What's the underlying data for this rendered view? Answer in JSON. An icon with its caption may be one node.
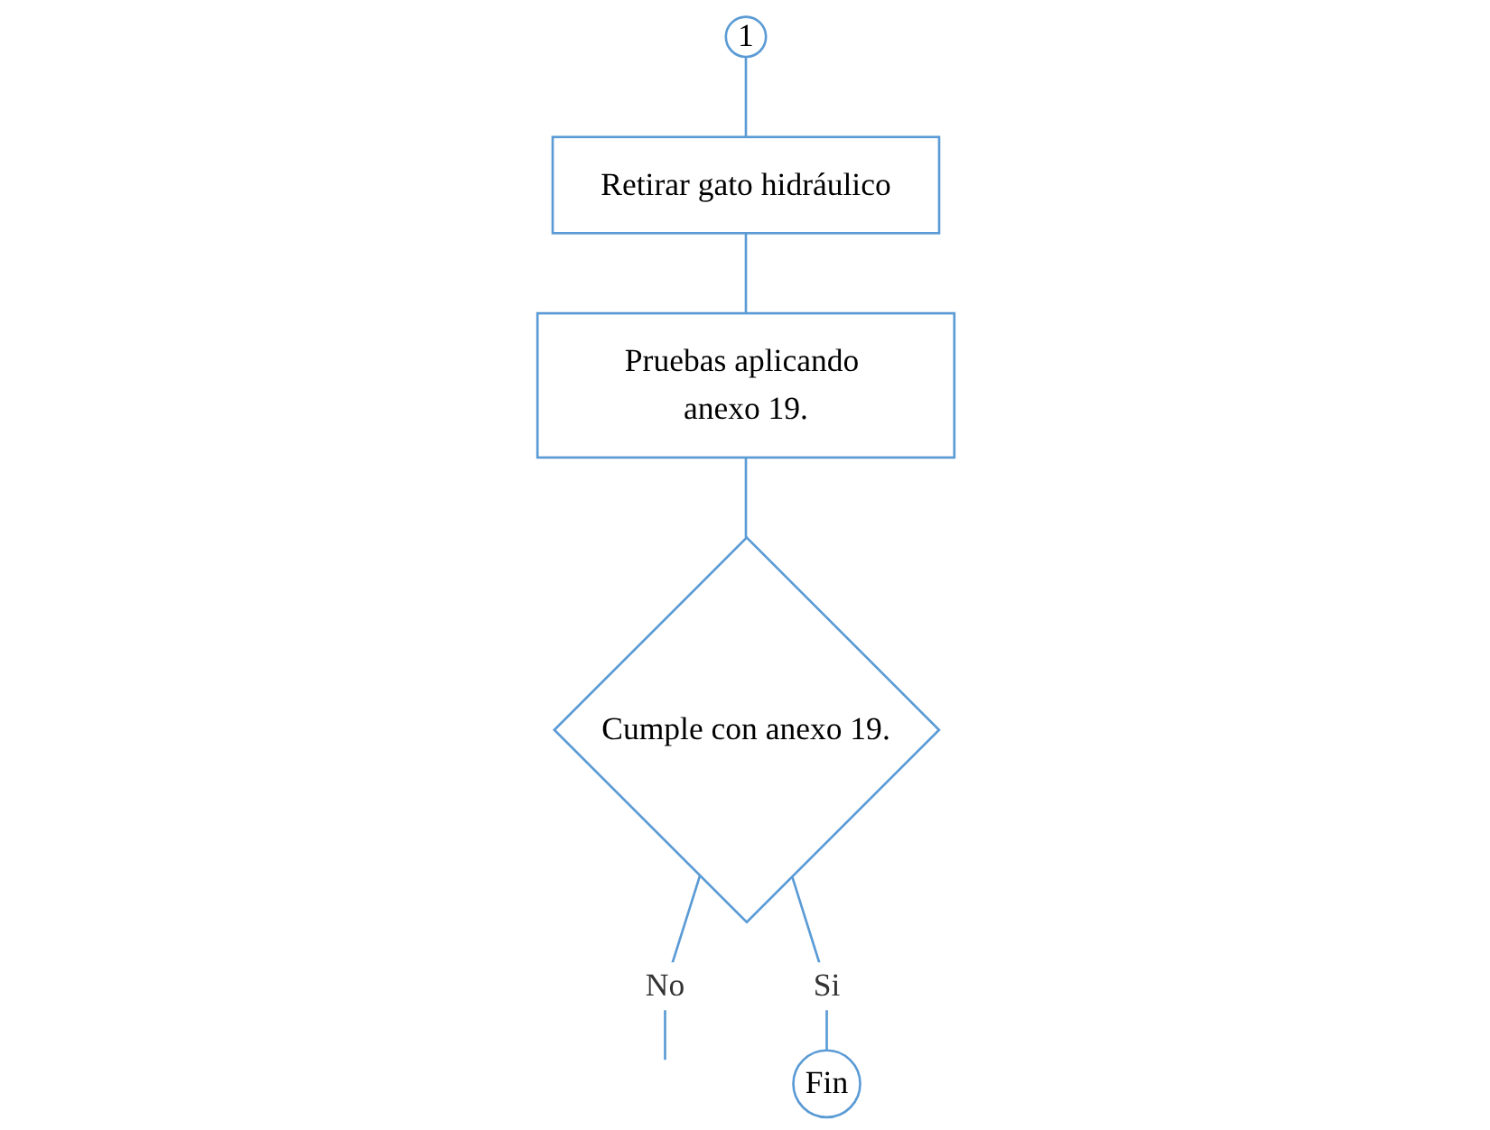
{
  "diagram": {
    "nodes": [
      {
        "text": [
          "1"
        ]
      },
      {
        "text": [
          "Retirar gato hidráulico"
        ]
      },
      {
        "text": [
          "Pruebas aplicando anexo 19."
        ]
      },
      {
        "text": [
          "Cumple con anexo 19."
        ]
      },
      {
        "text": [
          "Fin"
        ]
      }
    ],
    "edges": [
      {
        "from": 0,
        "to": 1,
        "arrow": "none"
      },
      {
        "from": 1,
        "to": 2,
        "arrow": "none"
      },
      {
        "from": 2,
        "to": 3,
        "arrow": "none"
      },
      {
        "from": 3,
        "to": null,
        "arrow": "none",
        "label": "No"
      },
      {
        "from": 3,
        "to": 4,
        "arrow": "none",
        "label": "Si"
      }
    ]
  }
}
